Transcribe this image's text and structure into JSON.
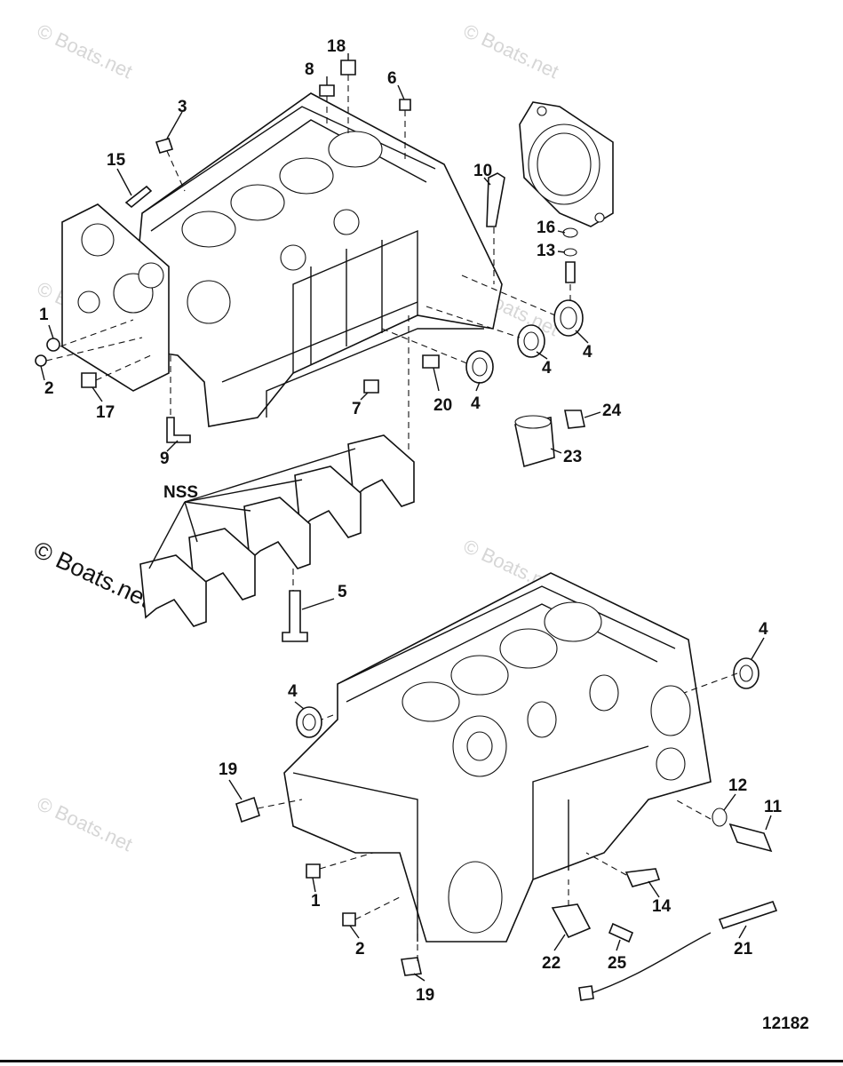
{
  "diagram_id": "12182",
  "watermark": "© Boats.net",
  "group_label": "NSS",
  "callouts": [
    {
      "id": "c18",
      "text": "18"
    },
    {
      "id": "c8",
      "text": "8"
    },
    {
      "id": "c6",
      "text": "6"
    },
    {
      "id": "c3",
      "text": "3"
    },
    {
      "id": "c15",
      "text": "15"
    },
    {
      "id": "c10",
      "text": "10"
    },
    {
      "id": "c16",
      "text": "16"
    },
    {
      "id": "c13",
      "text": "13"
    },
    {
      "id": "c1a",
      "text": "1"
    },
    {
      "id": "c2a",
      "text": "2"
    },
    {
      "id": "c17",
      "text": "17"
    },
    {
      "id": "c4a",
      "text": "4"
    },
    {
      "id": "c4b",
      "text": "4"
    },
    {
      "id": "c4c",
      "text": "4"
    },
    {
      "id": "c7",
      "text": "7"
    },
    {
      "id": "c20",
      "text": "20"
    },
    {
      "id": "c24",
      "text": "24"
    },
    {
      "id": "c23",
      "text": "23"
    },
    {
      "id": "c9",
      "text": "9"
    },
    {
      "id": "c5",
      "text": "5"
    },
    {
      "id": "c4d",
      "text": "4"
    },
    {
      "id": "c4e",
      "text": "4"
    },
    {
      "id": "c19a",
      "text": "19"
    },
    {
      "id": "c12",
      "text": "12"
    },
    {
      "id": "c11",
      "text": "11"
    },
    {
      "id": "c14",
      "text": "14"
    },
    {
      "id": "c1b",
      "text": "1"
    },
    {
      "id": "c2b",
      "text": "2"
    },
    {
      "id": "c22",
      "text": "22"
    },
    {
      "id": "c25",
      "text": "25"
    },
    {
      "id": "c21",
      "text": "21"
    },
    {
      "id": "c19b",
      "text": "19"
    }
  ]
}
